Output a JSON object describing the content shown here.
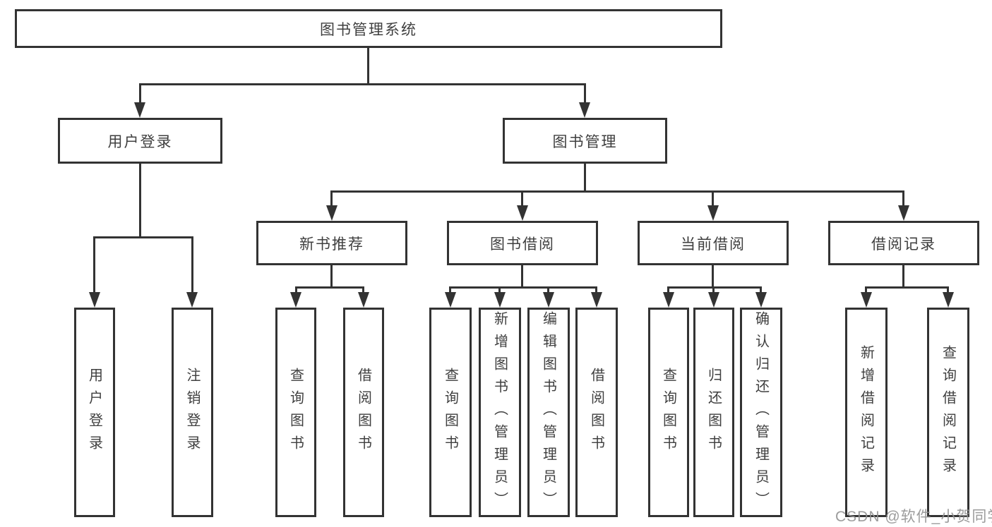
{
  "style": {
    "background": "#ffffff",
    "line_color": "#333333",
    "box_border_color": "#333333",
    "text_color": "#3f3f3f",
    "watermark_color": "#919191"
  },
  "tree": {
    "root": {
      "label": "图书管理系统"
    },
    "branches": [
      {
        "label": "用户登录",
        "children": [
          {
            "label": "用户登录"
          },
          {
            "label": "注销登录"
          }
        ]
      },
      {
        "label": "图书管理",
        "children": [
          {
            "label": "新书推荐",
            "children": [
              {
                "label": "查询图书"
              },
              {
                "label": "借阅图书"
              }
            ]
          },
          {
            "label": "图书借阅",
            "children": [
              {
                "label": "查询图书"
              },
              {
                "label": "新增图书（管理员）"
              },
              {
                "label": "编辑图书（管理员）"
              },
              {
                "label": "借阅图书"
              }
            ]
          },
          {
            "label": "当前借阅",
            "children": [
              {
                "label": "查询图书"
              },
              {
                "label": "归还图书"
              },
              {
                "label": "确认归还（管理员）"
              }
            ]
          },
          {
            "label": "借阅记录",
            "children": [
              {
                "label": "新增借阅记录"
              },
              {
                "label": "查询借阅记录"
              }
            ]
          }
        ]
      }
    ]
  },
  "watermark": {
    "text": "CSDN @软件_小贺同学"
  }
}
